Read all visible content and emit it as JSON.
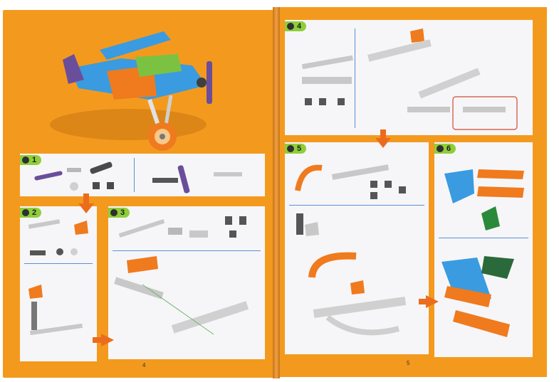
{
  "steps": [
    {
      "id": "step-1",
      "label": "1"
    },
    {
      "id": "step-2",
      "label": "2"
    },
    {
      "id": "step-3",
      "label": "3"
    },
    {
      "id": "step-4",
      "label": "4"
    },
    {
      "id": "step-5",
      "label": "5"
    },
    {
      "id": "step-6",
      "label": "6"
    }
  ],
  "page_numbers": {
    "left": "4",
    "right": "5"
  },
  "colors": {
    "page_orange": "#f39a1e",
    "panel": "#f6f6f8",
    "badge_green": "#8fce3a",
    "arrow_orange": "#ec6c1d",
    "plane_blue": "#3a9be0",
    "plane_orange": "#f07a1e",
    "plane_green": "#7cc242",
    "plane_purple": "#6a4e9a"
  }
}
